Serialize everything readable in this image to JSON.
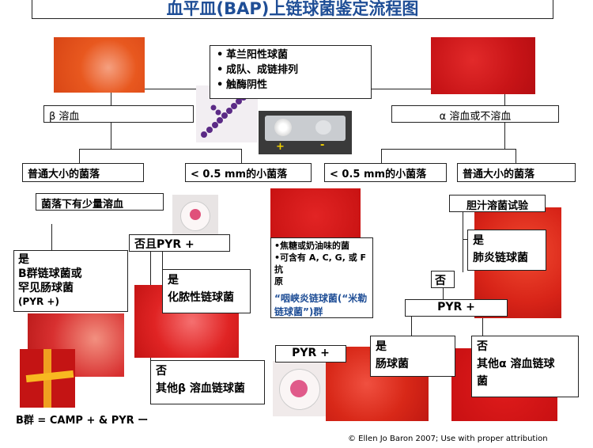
{
  "title": "血平皿(BAP)上链球菌鉴定流程图",
  "top_box": [
    "革兰阳性球菌",
    "成队、成链排列",
    "触酶阴性"
  ],
  "catalase_plus": "+",
  "catalase_minus": "-",
  "beta": "β 溶血",
  "alpha": "α 溶血或不溶血",
  "beta_normal": "普通大小的菌落",
  "beta_small": "< 0.5 mm的小菌落",
  "alpha_small": "< 0.5 mm的小菌落",
  "alpha_normal": "普通大小的菌落",
  "beta_halo": "菌落下有少量溶血",
  "groupb_box": [
    "是",
    "B群链球菌或",
    "罕见肠球菌",
    "(PYR +)"
  ],
  "no_pyr": "否且PYR +",
  "pyogenes_box": [
    "是",
    "化脓性链球菌"
  ],
  "other_beta_box": [
    "否",
    "其他β 溶血链球菌"
  ],
  "anginosus_notes": [
    "•焦糖或奶油味的菌",
    "•可含有 A, C, G, 或 F 抗",
    "原"
  ],
  "anginosus_group": [
    "“咽峡炎链球菌(“米勒",
    "链球菌”)群"
  ],
  "pyr_plus_small": "PYR +",
  "bile_test": "胆汁溶菌试验",
  "pneumo_box": [
    "是",
    "肺炎链球菌"
  ],
  "bile_no": "否",
  "pyr_plus_alpha": "PYR +",
  "enterococcus_box": [
    "是",
    "肠球菌"
  ],
  "other_alpha_box": [
    "否",
    "其他α 溶血链球",
    "菌"
  ],
  "groupb_footer": "B群 = CAMP + & PYR ー",
  "copyright": "© Ellen Jo Baron 2007; Use with proper attribution",
  "colors": {
    "title": "#1f4e96",
    "anginosus": "#1f4e96",
    "plate_red": "#d81c1c",
    "line": "#222222"
  }
}
